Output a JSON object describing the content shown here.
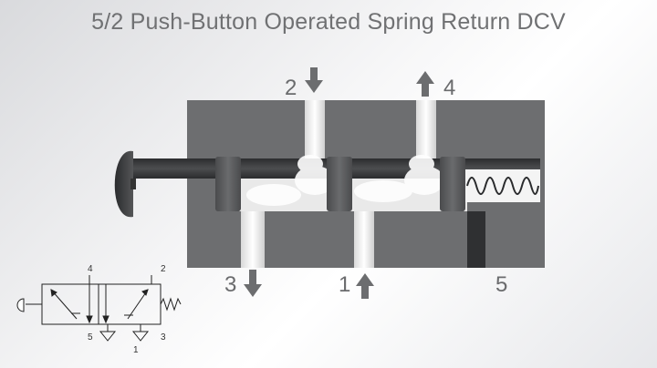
{
  "title": "5/2 Push-Button Operated Spring Return DCV",
  "ports": {
    "p2": "2",
    "p4": "4",
    "p3": "3",
    "p1": "1",
    "p5": "5"
  },
  "symbol": {
    "p4": "4",
    "p2": "2",
    "p5": "5",
    "p3": "3",
    "p1": "1"
  },
  "colors": {
    "body": "#6d6e70",
    "spool": "#3e3f41",
    "land": "#58595b",
    "arrow": "#6c6d6f",
    "air": "#eeeeee",
    "exhaust": "#2f3032"
  }
}
